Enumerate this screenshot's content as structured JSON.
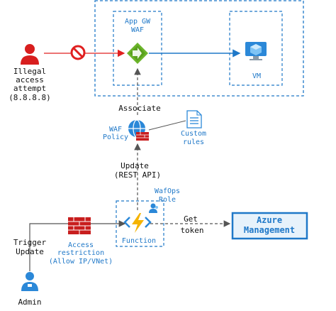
{
  "vnet": {
    "appgw_title_line1": "App GW",
    "appgw_title_line2": "WAF",
    "vm_label": "VM"
  },
  "attacker": {
    "line1": "Illegal",
    "line2": "access",
    "line3": "attempt",
    "line4": "(8.8.8.8)"
  },
  "policy": {
    "associate_label": "Associate",
    "waf_policy_line1": "WAF",
    "waf_policy_line2": "Policy",
    "custom_rules_line1": "Custom",
    "custom_rules_line2": "rules"
  },
  "update": {
    "line1": "Update",
    "line2": "(REST API)"
  },
  "function": {
    "label": "Function",
    "role_line1": "WafOps",
    "role_line2": "Role",
    "get_token_line1": "Get",
    "get_token_line2": "token",
    "azure_line1": "Azure",
    "azure_line2": "Management"
  },
  "admin": {
    "trigger_line1": "Trigger",
    "trigger_line2": "Update",
    "access_line1": "Access",
    "access_line2": "restriction",
    "access_line3": "(Allow IP/VNet)",
    "admin_label": "Admin"
  },
  "colors": {
    "azure_blue": "#1f78c8",
    "attack_red": "#e02020",
    "waf_green": "#6bb42a",
    "firewall_red": "#c81e1e"
  }
}
